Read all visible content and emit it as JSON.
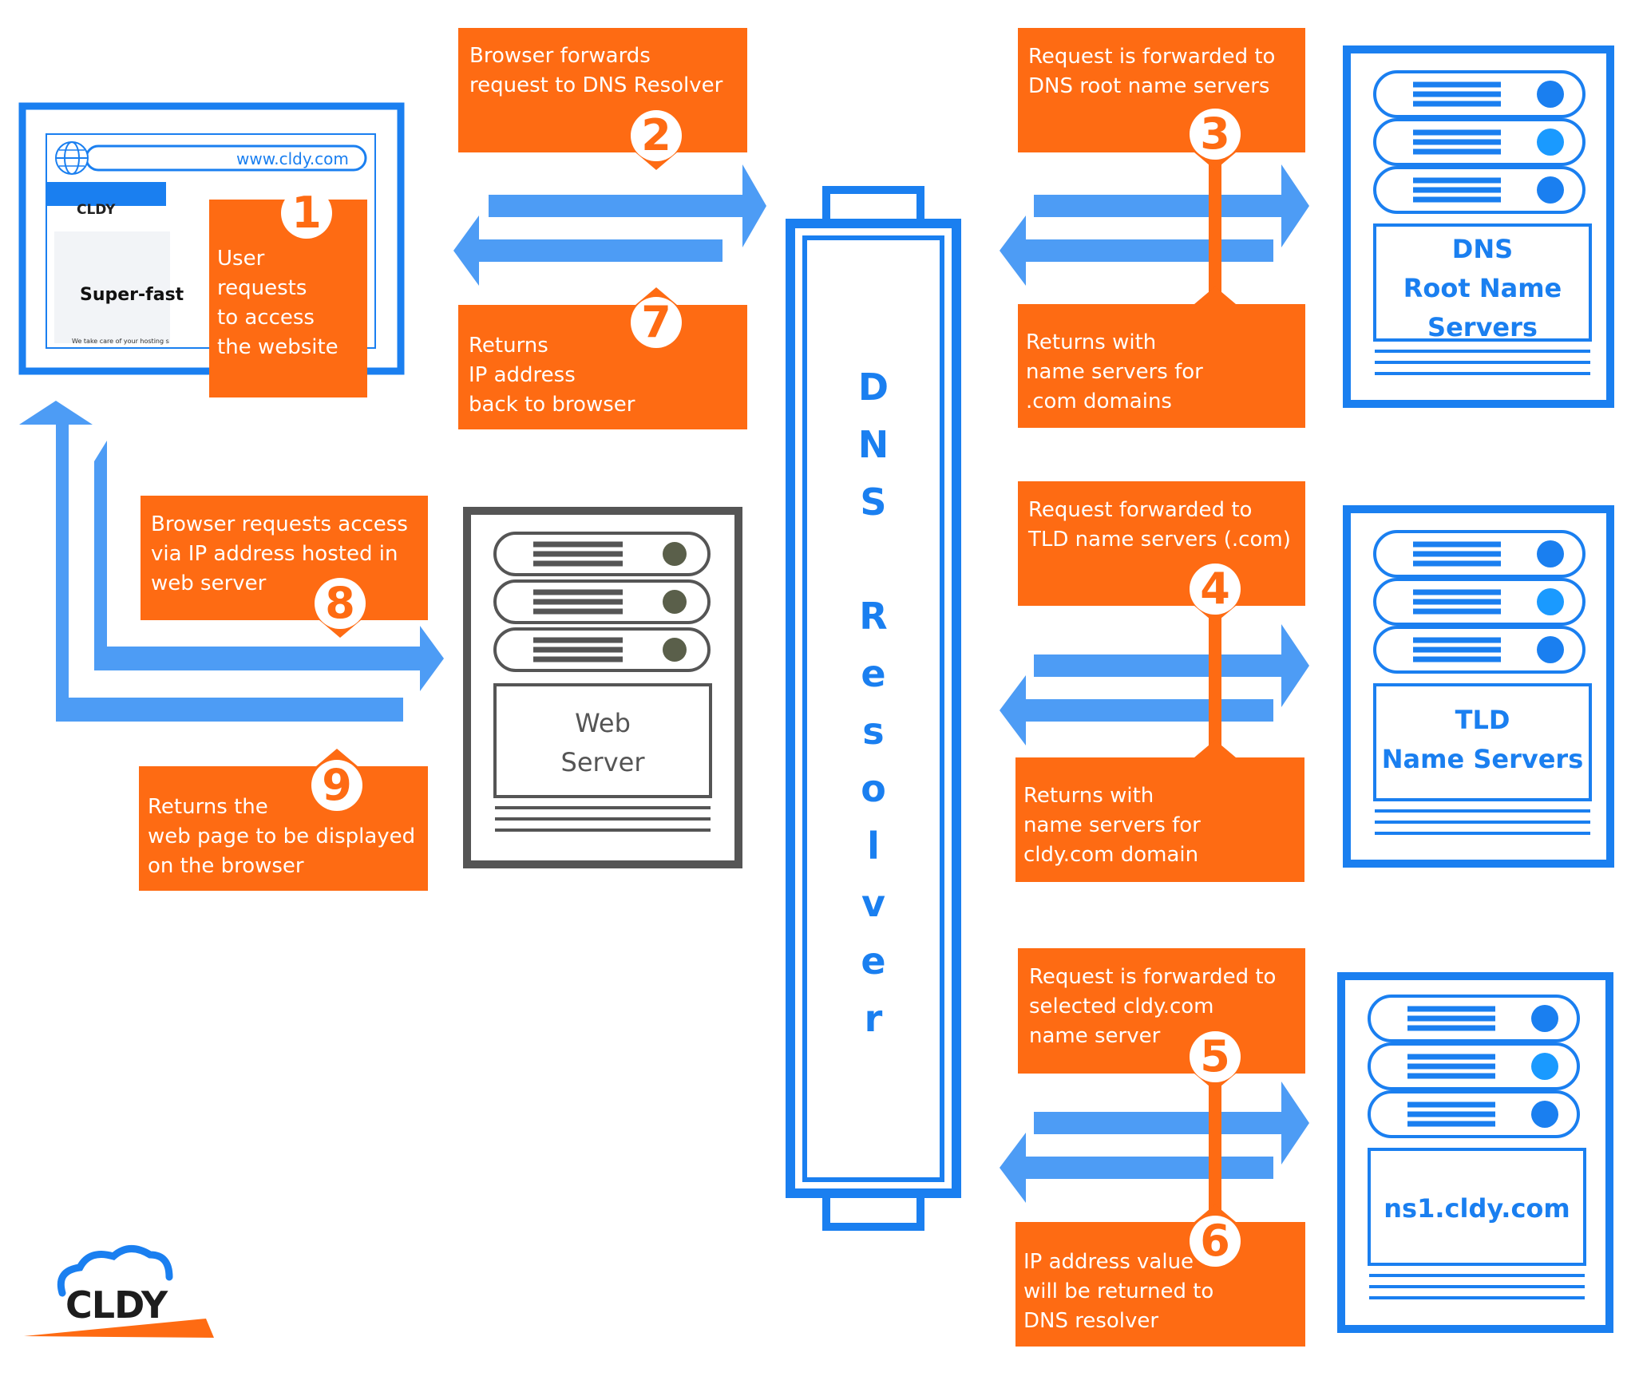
{
  "colors": {
    "orange": "#fe6b13",
    "blue": "#1a7ff0",
    "arrow_blue": "#4d9cf5",
    "gray": "#555555"
  },
  "browser": {
    "url": "www.cldy.com",
    "logo": "CLDY",
    "headline": "Super-fast",
    "footer": "We take care of your hosting so"
  },
  "steps": [
    {
      "num": "1",
      "lines": [
        "User",
        "requests",
        "to access",
        "the website"
      ]
    },
    {
      "num": "2",
      "lines": [
        "Browser forwards",
        "request to DNS Resolver"
      ]
    },
    {
      "num": "3",
      "lines": [
        "Request is forwarded to",
        "DNS root name servers"
      ]
    },
    {
      "num": "4",
      "lines": [
        "Request forwarded to",
        "TLD name servers (.com)"
      ]
    },
    {
      "num": "5",
      "lines": [
        "Request is forwarded to",
        "selected cldy.com",
        "name server"
      ]
    },
    {
      "num": "6",
      "lines": [
        "IP address value",
        "will be returned to",
        "DNS resolver"
      ]
    },
    {
      "num": "7",
      "lines": [
        "Returns",
        "IP address",
        "back to browser"
      ]
    },
    {
      "num": "8",
      "lines": [
        "Browser requests access",
        "via IP address hosted in",
        "web server"
      ]
    },
    {
      "num": "9",
      "lines": [
        "Returns the",
        "web page to be displayed",
        "on the browser"
      ]
    }
  ],
  "returns": {
    "root": [
      "Returns with",
      "name servers for",
      ".com domains"
    ],
    "tld": [
      "Returns with",
      "name servers for",
      "cldy.com domain"
    ]
  },
  "resolver": {
    "letters": [
      "D",
      "N",
      "S",
      "R",
      "e",
      "s",
      "o",
      "l",
      "v",
      "e",
      "r"
    ]
  },
  "servers": {
    "root": [
      "DNS",
      "Root Name",
      "Servers"
    ],
    "tld": [
      "TLD",
      "Name Servers"
    ],
    "ns": [
      "ns1.cldy.com"
    ],
    "web": [
      "Web",
      "Server"
    ]
  },
  "brand_logo": "CLDY"
}
